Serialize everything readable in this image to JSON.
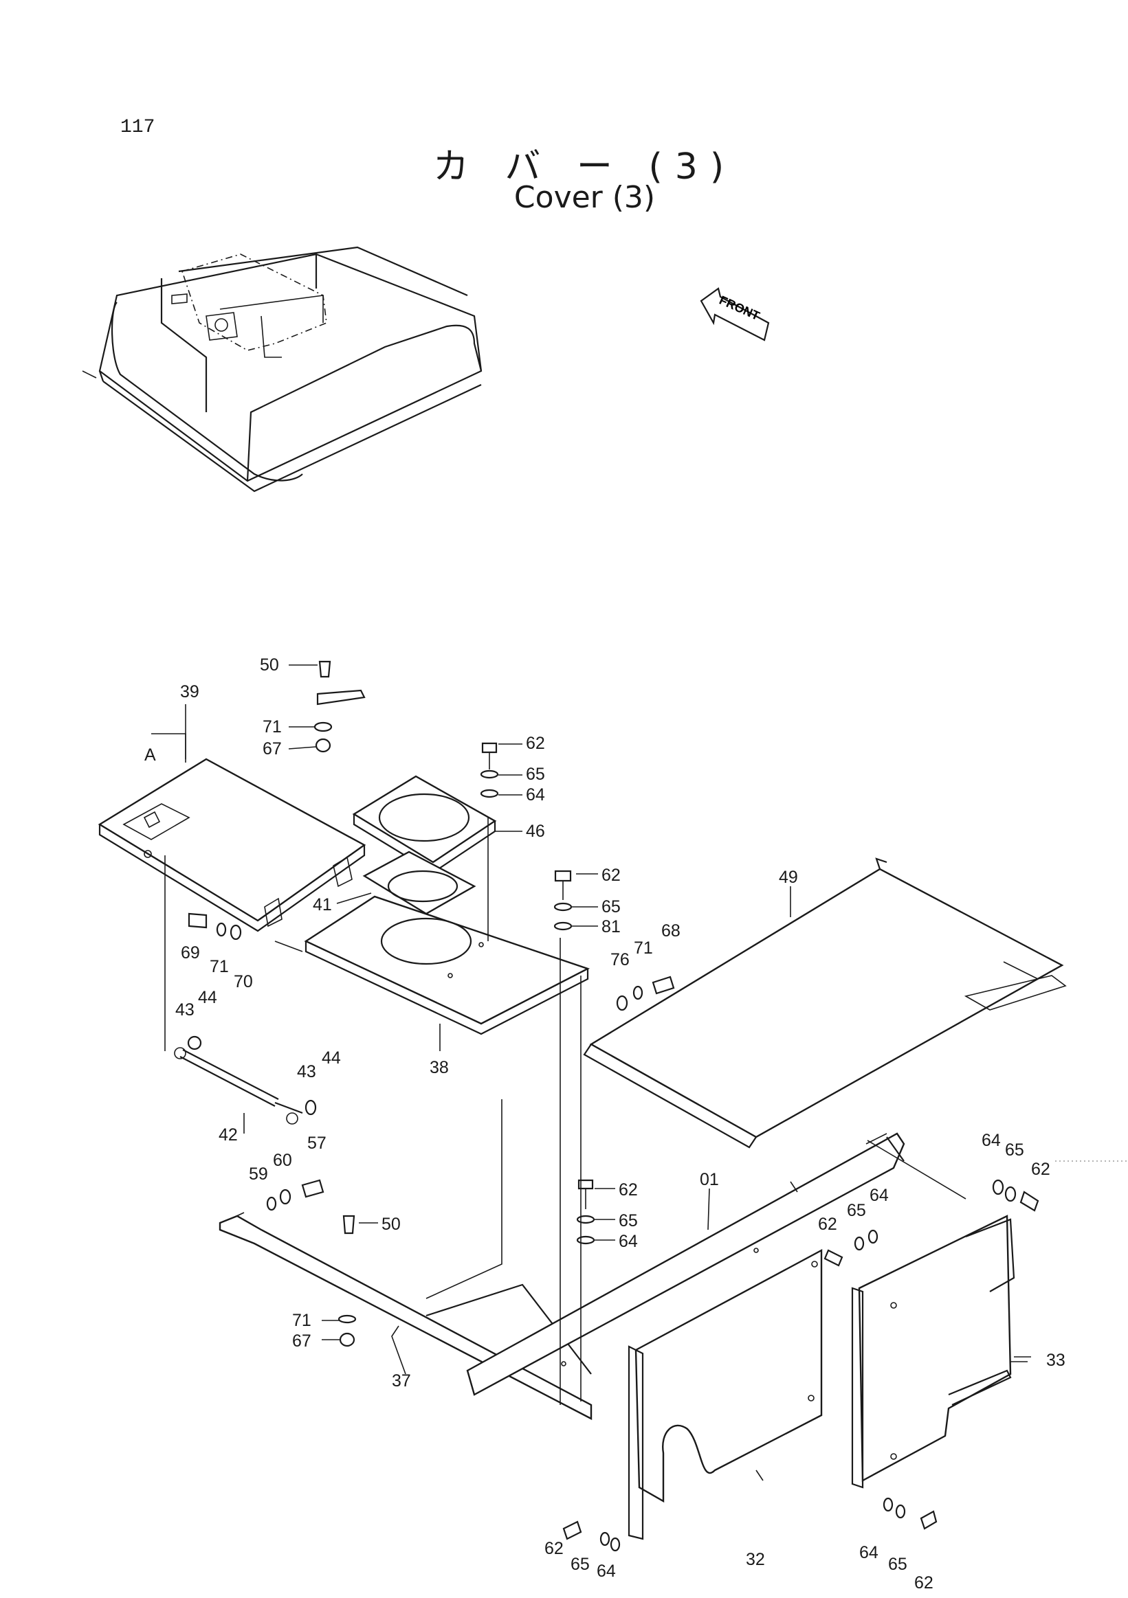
{
  "page": {
    "number": "117",
    "title_jp": "カ バ ー (3)",
    "title_en": "Cover (3)"
  },
  "front_arrow": {
    "label": "FRONT"
  },
  "view_marker": "A",
  "callouts": {
    "c50a": "50",
    "c39": "39",
    "c71a": "71",
    "c67a": "67",
    "cA": "A",
    "c62a": "62",
    "c65a": "65",
    "c64a": "64",
    "c46": "46",
    "c41": "41",
    "c69": "69",
    "c71b": "71",
    "c70": "70",
    "c62b": "62",
    "c65b": "65",
    "c81": "81",
    "c49": "49",
    "c76": "76",
    "c71c": "71",
    "c68": "68",
    "c43a": "43",
    "c44a": "44",
    "c38": "38",
    "c43b": "43",
    "c44b": "44",
    "c42": "42",
    "c57": "57",
    "c60": "60",
    "c59": "59",
    "c50b": "50",
    "c62c": "62",
    "c65c": "65",
    "c64c": "64",
    "c01": "01",
    "c64d": "64",
    "c65d": "65",
    "c62d": "62",
    "c62e": "62",
    "c65e": "65",
    "c64e": "64",
    "c71d": "71",
    "c67b": "67",
    "c37": "37",
    "c33": "33",
    "c62f": "62",
    "c65f": "65",
    "c64f": "64",
    "c32": "32",
    "c64g": "64",
    "c65g": "65",
    "c62g": "62"
  }
}
